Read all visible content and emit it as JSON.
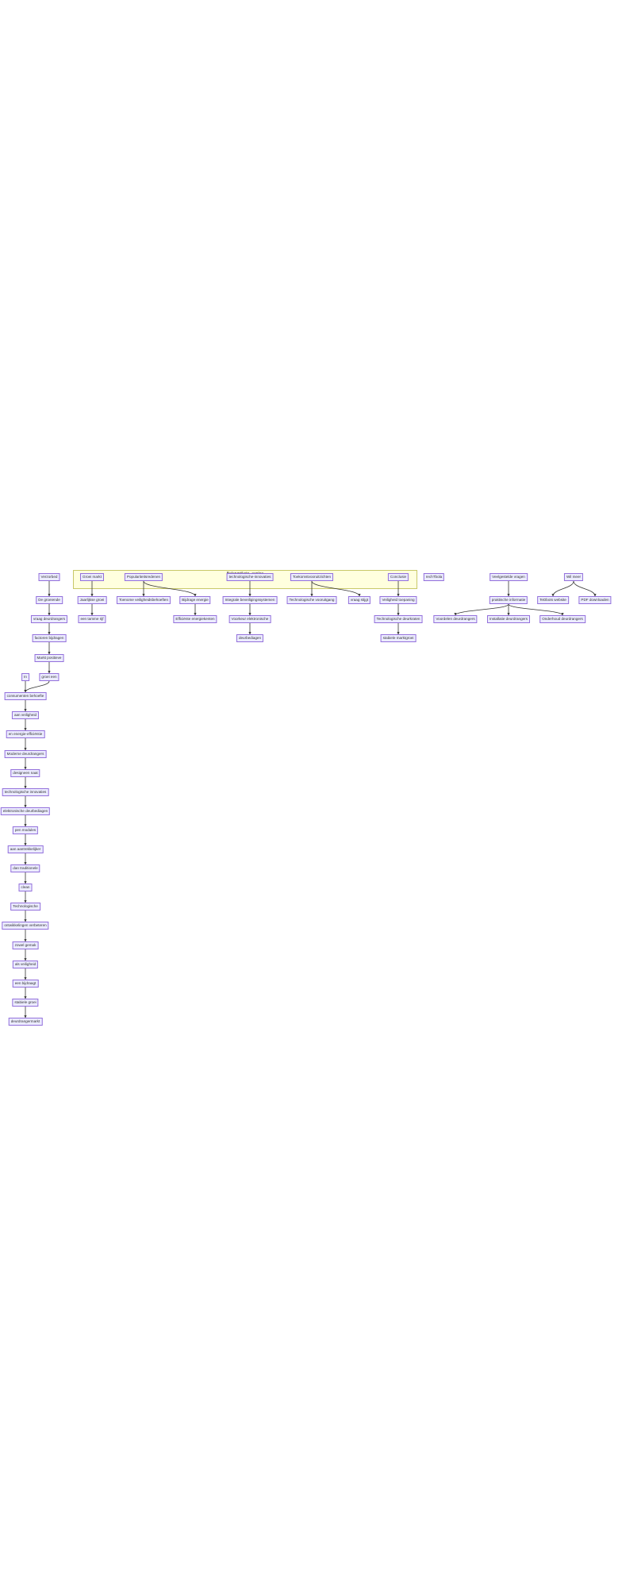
{
  "cluster": {
    "label": "Belangrijkste_aanlee"
  },
  "nodes": {
    "n1": "Verzorbed",
    "n2": "De groeiende",
    "n3": "vraag deurdrangers",
    "n4": "factoren bijdragen",
    "n5": "Markt positieve",
    "n6": "groei een",
    "n7": "In",
    "n8": "consumenten behoefte",
    "n9": "aan veiligheid",
    "n10": "en energie-efficiëntie",
    "n11": "Moderne deurdrangers",
    "n12": "designeen naat",
    "n13": "technologische innovaties",
    "n14": "elektronische deurbediagen",
    "n15": "pen modules",
    "n16": "aan aantrekkelijker",
    "n17": "dan traditionele",
    "n18": "clean",
    "n19": "Technologische",
    "n20": "ontwikkelingen verbeteren",
    "n21": "zowel gemak",
    "n22": "als veiligheid",
    "n23": "een bijdraagt",
    "n24": "stabiele groei",
    "n25": "deurdrangermarkt",
    "c1": "Groei markt",
    "c2": "Jaarlijkse groei",
    "c3": "een tamme rijf",
    "c4": "Populariteitsredenen",
    "c5": "Toenome veiligheidsbehoeften",
    "c6": "Bijdrage energie",
    "c7": "Efficiënte energiekenten",
    "c8": "technologische-innovaties",
    "c9": "Integrale beveiligingssystemen",
    "c10": "Voorkeur elektronische",
    "c11": "deurbediagen",
    "c12": "Toekomstvooruitzichten",
    "c13": "Technologische vooruitgang",
    "c14": "vraag stijgt",
    "c15": "Conclusie",
    "c16": "Veiligheid toepaning",
    "c17": "Technologische deurkraten",
    "c18": "stabiele marktgroei",
    "r1": "rechTbola",
    "r2": "Veelgestelde vragen",
    "r3": "praktische informatie",
    "r4": "Voordelen deurdrangers",
    "r5": "Installatie deurdrangers",
    "r6": "Onderhoud deurdrangers",
    "r7": "Wil meer",
    "r8": "TeDbots website",
    "r9": "PDF downloaden"
  }
}
